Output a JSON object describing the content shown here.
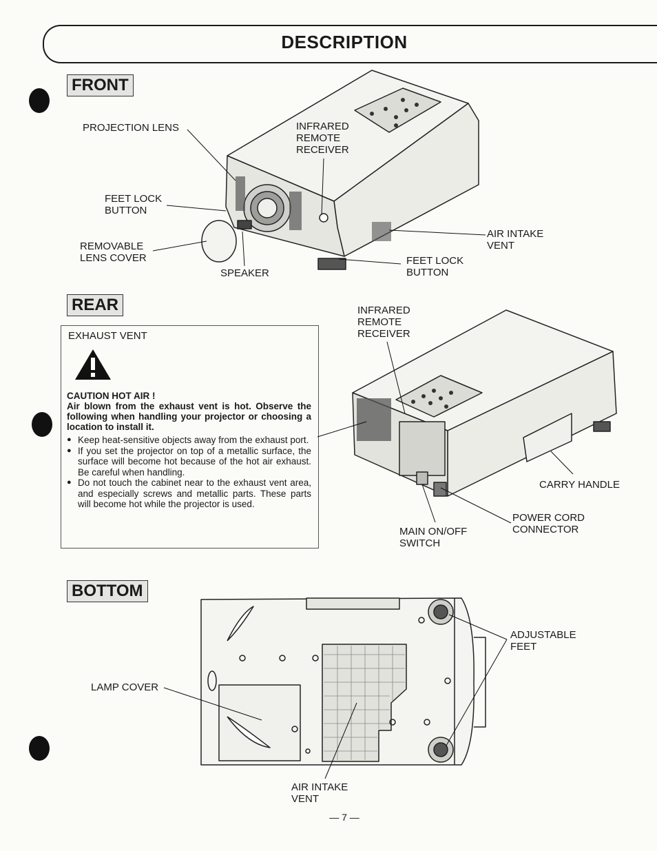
{
  "page": {
    "title": "DESCRIPTION",
    "page_number": "— 7 —"
  },
  "front": {
    "heading": "FRONT",
    "labels": {
      "projection_lens": "PROJECTION LENS",
      "infrared_receiver": "INFRARED\nREMOTE\nRECEIVER",
      "feet_lock_left": "FEET LOCK\nBUTTON",
      "removable_lens_cover": "REMOVABLE\nLENS COVER",
      "speaker": "SPEAKER",
      "air_intake_vent": "AIR INTAKE\nVENT",
      "feet_lock_right": "FEET LOCK\nBUTTON"
    }
  },
  "rear": {
    "heading": "REAR",
    "labels": {
      "infrared_receiver": "INFRARED\nREMOTE\nRECEIVER",
      "carry_handle": "CARRY HANDLE",
      "power_cord_connector": "POWER CORD\nCONNECTOR",
      "main_switch": "MAIN ON/OFF\nSWITCH"
    },
    "caution": {
      "vent_label": "EXHAUST VENT",
      "title": "CAUTION HOT AIR !",
      "intro": "Air blown from the exhaust vent is hot. Observe the following when handling your projector or choosing a location to install it.",
      "items": [
        "Keep heat-sensitive objects away from the exhaust port.",
        "If you set the projector on top of a metallic surface, the surface will become hot because of the hot air exhaust. Be careful when handling.",
        "Do not touch the cabinet near to the exhaust vent area, and especially screws and metallic parts. These parts will become hot while the projector is used."
      ]
    }
  },
  "bottom": {
    "heading": "BOTTOM",
    "labels": {
      "adjustable_feet": "ADJUSTABLE\nFEET",
      "lamp_cover": "LAMP COVER",
      "air_intake_vent": "AIR INTAKE\nVENT"
    }
  }
}
